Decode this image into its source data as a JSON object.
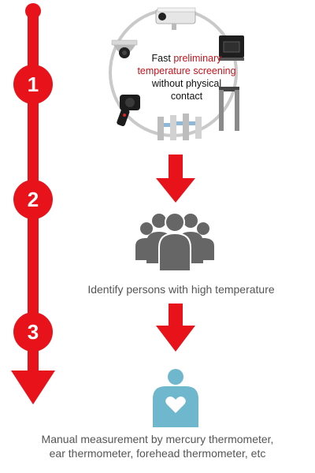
{
  "colors": {
    "accent": "#e8121b",
    "highlight": "#c0151c",
    "icon_gray": "#666666",
    "person_teal": "#6fb7cc"
  },
  "steps": [
    {
      "number": "1"
    },
    {
      "number": "2"
    },
    {
      "number": "3"
    }
  ],
  "screening": {
    "line1_prefix": "Fast ",
    "line1_highlight": "preliminary",
    "line2_highlight": "temperature screening",
    "line3": "without physical",
    "line4": "contact",
    "devices": [
      "dome-camera-icon",
      "bullet-camera-icon",
      "thermal-camera-box-icon",
      "handheld-thermal-camera-icon",
      "turnstile-gates-icon",
      "walkthrough-gate-icon"
    ]
  },
  "identify": {
    "caption": "Identify persons with high temperature",
    "icon": "people-group-icon"
  },
  "manual": {
    "line1": "Manual measurement by mercury thermometer,",
    "line2": "ear thermometer, forehead thermometer, etc",
    "icon": "person-heart-icon"
  }
}
